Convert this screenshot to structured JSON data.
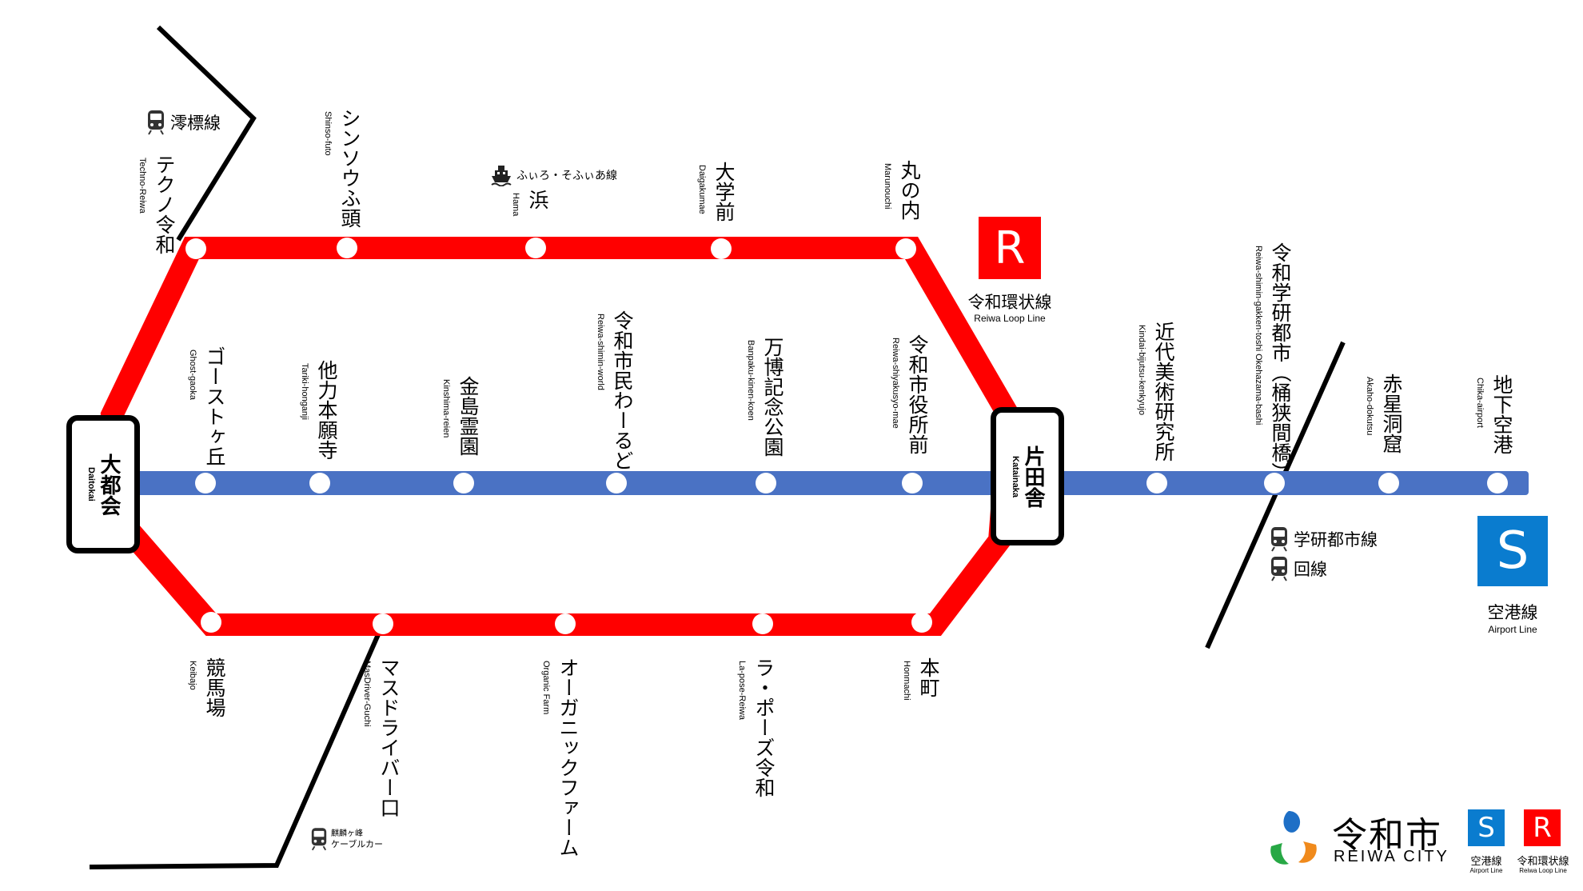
{
  "colors": {
    "loop": "#ff0000",
    "airport": "#4a72c4",
    "airport_badge": "#0a7ccf",
    "transfer": "#000000",
    "logo_blue": "#1e6fc6",
    "logo_green": "#27a845",
    "logo_orange": "#f08a1c"
  },
  "terminals": {
    "daitokai": {
      "jp": "大都会",
      "en": "Daitokai"
    },
    "katainaka": {
      "jp": "片田舎",
      "en": "Katainaka"
    }
  },
  "stations_loop_top": [
    {
      "jp": "テクノ令和",
      "en": "Techno-Reiwa"
    },
    {
      "jp": "シンソウふ頭",
      "en": "Shinso-futo"
    },
    {
      "jp": "浜",
      "en": "Hama"
    },
    {
      "jp": "大学前",
      "en": "Daigakumae"
    },
    {
      "jp": "丸の内",
      "en": "Marunouchi"
    }
  ],
  "stations_loop_bottom": [
    {
      "jp": "競馬場",
      "en": "Keibajo"
    },
    {
      "jp": "マスドライバー口",
      "en": "MasDriver-Guchi"
    },
    {
      "jp": "オーガニックファーム",
      "en": "Organic Farm"
    },
    {
      "jp": "ラ・ポーズ令和",
      "en": "La-pose-Reiwa"
    },
    {
      "jp": "本町",
      "en": "Honmachi"
    }
  ],
  "stations_airport_inner": [
    {
      "jp": "ゴーストヶ丘",
      "en": "Ghost-gaoka"
    },
    {
      "jp": "他力本願寺",
      "en": "Tariki-honganji"
    },
    {
      "jp": "金島霊園",
      "en": "Kinshima-reien"
    },
    {
      "jp": "令和市民わーるど",
      "en": "Reiwa-shimin-world"
    },
    {
      "jp": "万博記念公園",
      "en": "Banpaku-kinen-koen"
    },
    {
      "jp": "令和市役所前",
      "en": "Reiwa-shiyakusyo-mae"
    }
  ],
  "stations_airport_outer": [
    {
      "jp": "近代美術研究所",
      "en": "Kindai-bijutsu-kenkyujo"
    },
    {
      "jp": "令和学研都市（桶狭間橋）",
      "en": "Reiwa-shimin-gakken-toshi Okehazama-bashi"
    },
    {
      "jp": "赤星洞窟",
      "en": "Akaho-dokutsu"
    },
    {
      "jp": "地下空港",
      "en": "Chika-airport"
    }
  ],
  "lines": {
    "loop": {
      "letter": "R",
      "jp": "令和環状線",
      "en": "Reiwa Loop Line"
    },
    "airport": {
      "letter": "S",
      "jp": "空港線",
      "en": "Airport Line"
    }
  },
  "transfers": {
    "sawahyo": "澪標線",
    "ferry": "ふぃろ・そふぃあ線",
    "gakken": "学研都市線",
    "kai": "回線",
    "cable_line1": "麒麟ヶ峰",
    "cable_line2": "ケーブルカー"
  },
  "icons": {
    "train": "train-icon",
    "ship": "ship-icon",
    "logo": "reiwa-city-logo-mark"
  },
  "logo": {
    "jp": "令和市",
    "en": "REIWA CITY",
    "mini_airport_jp": "空港線",
    "mini_airport_en": "Airport Line",
    "mini_loop_jp": "令和環状線",
    "mini_loop_en": "Reiwa Loop Line"
  }
}
